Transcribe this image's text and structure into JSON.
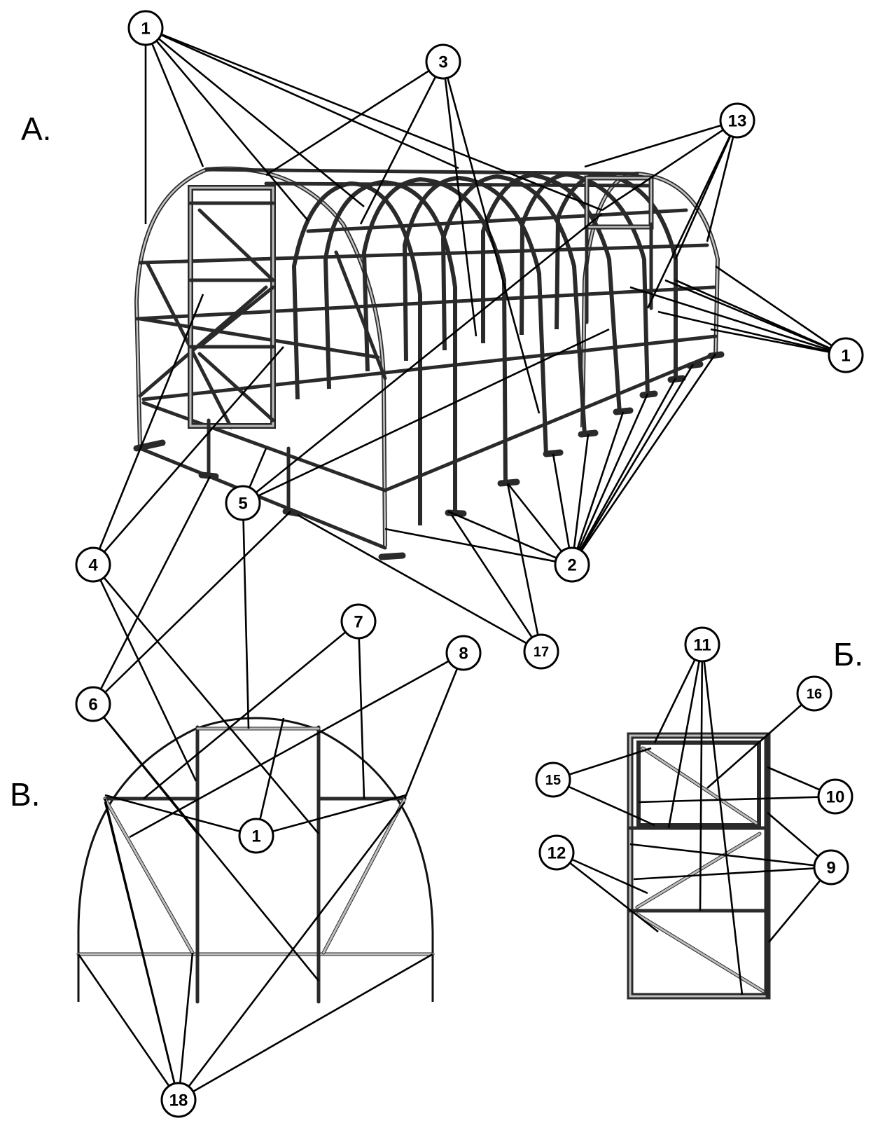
{
  "sections": {
    "a": "А.",
    "b": "Б.",
    "v": "В."
  },
  "callouts": {
    "c1_top": "1",
    "c3": "3",
    "c13": "13",
    "c1_right": "1",
    "c5": "5",
    "c4": "4",
    "c2": "2",
    "c7": "7",
    "c8": "8",
    "c17": "17",
    "c6": "6",
    "c1_mid": "1",
    "c11": "11",
    "c16": "16",
    "c15": "15",
    "c10": "10",
    "c12": "12",
    "c9": "9",
    "c18": "18"
  }
}
